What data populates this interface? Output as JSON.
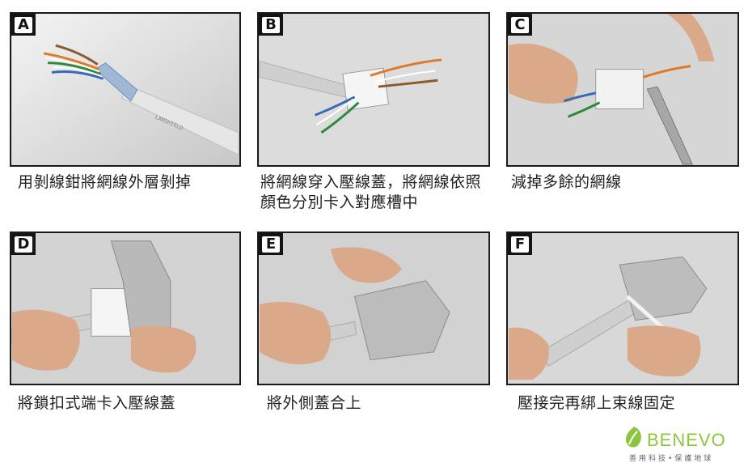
{
  "steps": [
    {
      "letter": "A",
      "text": "用剝線鉗將網線外層剝掉",
      "print": "LANSHIELD"
    },
    {
      "letter": "B",
      "text": "將網線穿入壓線蓋，將網線依照顏色分別卡入對應槽中"
    },
    {
      "letter": "C",
      "text": "減掉多餘的網線"
    },
    {
      "letter": "D",
      "text": "將鎖扣式端卡入壓線蓋"
    },
    {
      "letter": "E",
      "text": "將外側蓋合上"
    },
    {
      "letter": "F",
      "text": "壓接完再綁上束線固定"
    }
  ],
  "brand": {
    "name": "BENEVO",
    "tagline": "善用科技•保護地球"
  },
  "colors": {
    "brand_green": "#8cc63f",
    "panel_border": "#1a1a1a",
    "badge_bg": "#141414"
  }
}
